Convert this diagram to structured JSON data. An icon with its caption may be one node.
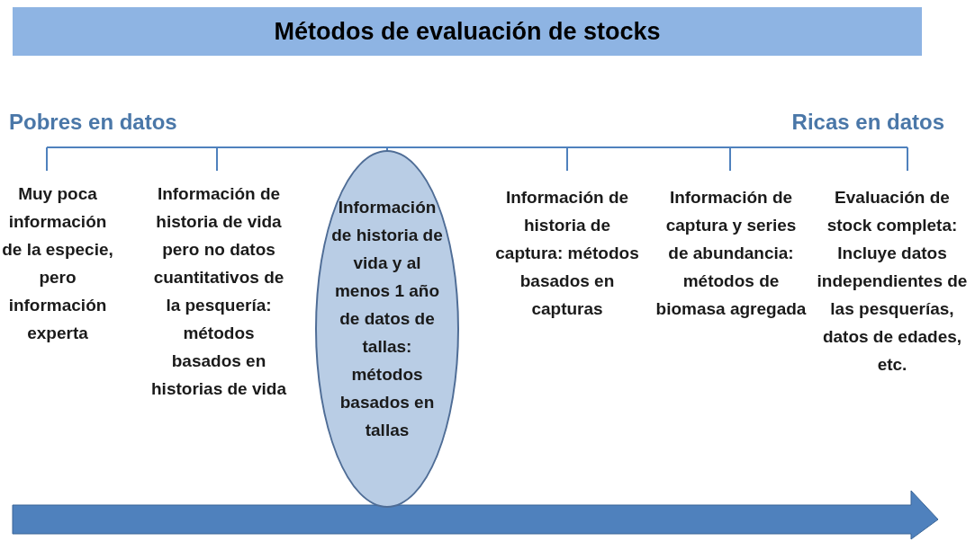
{
  "diagram": {
    "title": "Métodos de evaluación de stocks",
    "nodes": [
      {
        "text": [
          "Muy poca información de la especie, pero información experta"
        ]
      },
      {
        "text": [
          "Información de historia de vida pero no datos cuantitativos de la pesquería: métodos basados en historias de vida"
        ]
      },
      {
        "text": [
          "Información de historia de vida y al menos 1 año de datos de tallas: métodos basados en tallas"
        ]
      },
      {
        "text": [
          "Información de historia de captura: métodos basados en capturas"
        ]
      },
      {
        "text": [
          "Información de captura y series de abundancia: métodos de biomasa agregada"
        ]
      },
      {
        "text": [
          "Evaluación de stock completa: Incluye datos independientes de las pesquerías, datos de edades, etc."
        ]
      }
    ],
    "labels": [
      "Pobres en datos",
      "Ricas en datos"
    ]
  }
}
